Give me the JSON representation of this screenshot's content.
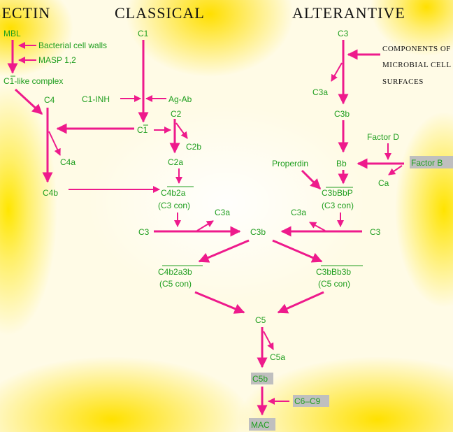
{
  "headers": {
    "lectin": "LECTIN",
    "classical": "CLASSICAL",
    "alternative": "ALTERANTIVE"
  },
  "lectin": {
    "mbl": "MBL",
    "bacterial_cell_walls": "Bacterial cell walls",
    "masp": "MASP 1,2",
    "c1_like_complex": "C1-like complex",
    "c4": "C4",
    "c4a": "C4a",
    "c4b": "C4b"
  },
  "classical": {
    "c1": "C1",
    "c1_inh": "C1-INH",
    "ag_ab": "Ag-Ab",
    "c2": "C2",
    "c1_active": "C1",
    "c2b": "C2b",
    "c2a": "C2a",
    "c4b2a": "C4b2a",
    "c3_con": "(C3 con)",
    "c3_left": "C3",
    "c3a_left": "C3a"
  },
  "alternative": {
    "c3_top": "C3",
    "components_line1": "COMPONENTS OF",
    "components_line2": "MICROBIAL CELL",
    "components_line3": "SURFACES",
    "c3a": "C3a",
    "c3b": "C3b",
    "factor_d": "Factor D",
    "properdin": "Properdin",
    "bb": "Bb",
    "factor_b": "Factor B",
    "ca": "Ca",
    "c3bbbp": "C3bBbP",
    "c3_con": "(C3 con)",
    "c3a_right": "C3a",
    "c3_right": "C3"
  },
  "common": {
    "c3b_center": "C3b",
    "c4b2a3b": "C4b2a3b",
    "c5_con_left": "(C5 con)",
    "c3bbb3b": "C3bBb3b",
    "c5_con_right": "(C5 con)",
    "c5": "C5",
    "c5a": "C5a",
    "c5b": "C5b",
    "c6_c9": "C6–C9",
    "mac": "MAC"
  },
  "colors": {
    "arrow": "#ee1a8c",
    "label": "#1f9e1f",
    "header": "#111111",
    "highlight_box": "#bfbfbf"
  }
}
